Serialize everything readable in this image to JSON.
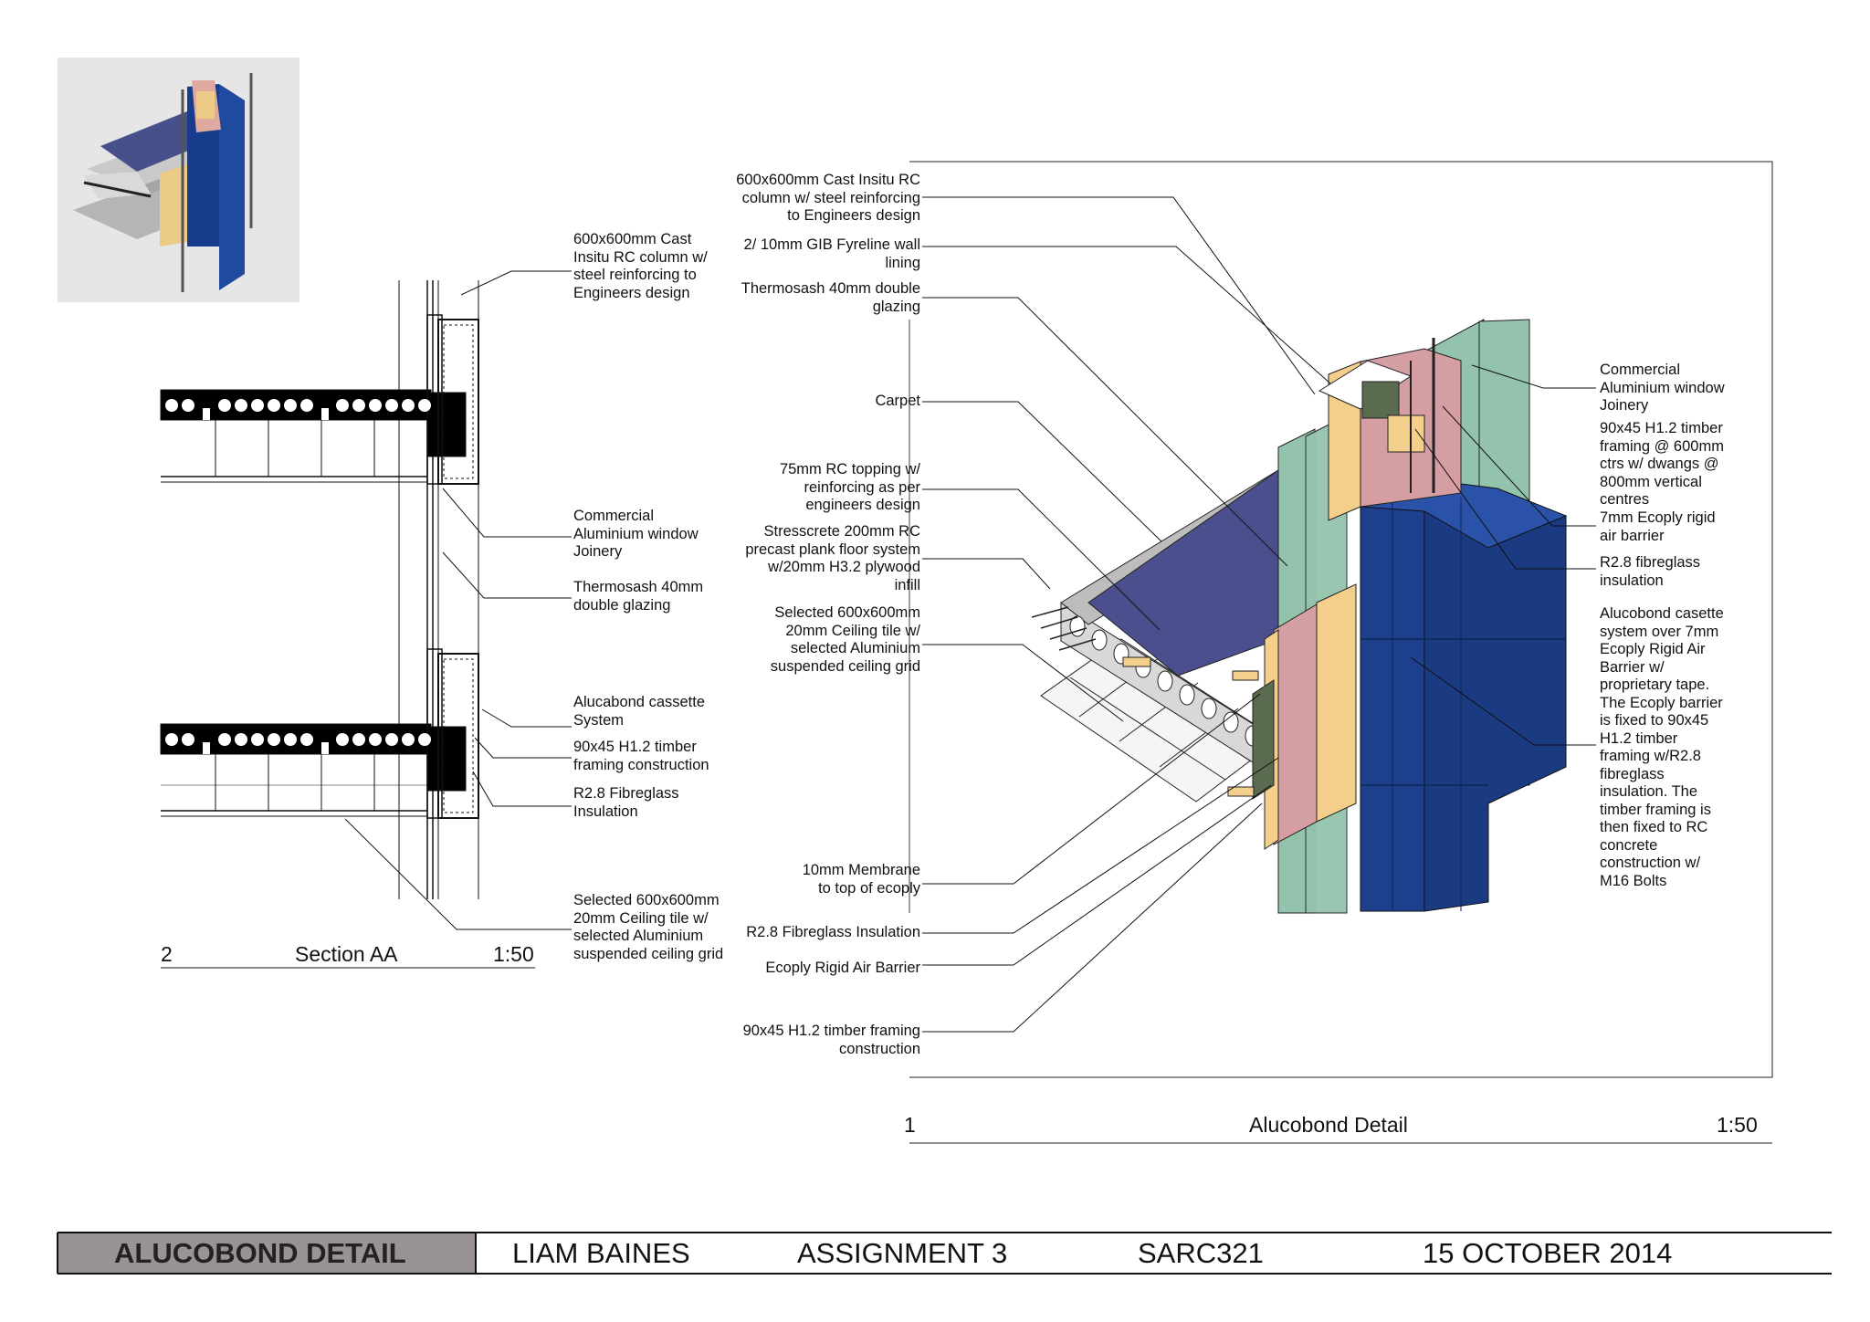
{
  "thumbnail": {
    "name": "isometric-preview"
  },
  "section": {
    "number": "2",
    "title": "Section AA",
    "scale": "1:50",
    "labels": {
      "column": "600x600mm Cast\nInsitu RC column w/\nsteel reinforcing to\nEngineers design",
      "joinery": "Commercial\nAluminium window\nJoinery",
      "glazing": "Thermosash 40mm\ndouble glazing",
      "cassette": "Alucabond cassette\nSystem",
      "timber": "90x45 H1.2 timber\nframing construction",
      "insulation": "R2.8 Fibreglass\nInsulation",
      "ceiling": "Selected 600x600mm\n20mm Ceiling tile w/\nselected Aluminium\nsuspended ceiling grid"
    }
  },
  "detail": {
    "number": "1",
    "title": "Alucobond Detail",
    "scale": "1:50",
    "left_labels": {
      "column": "600x600mm Cast Insitu RC\ncolumn w/ steel reinforcing\nto Engineers design",
      "gib": "2/ 10mm GIB Fyreline wall\nlining",
      "glazing": "Thermosash 40mm double\nglazing",
      "carpet": "Carpet",
      "topping": "75mm RC topping w/\nreinforcing as per\nengineers design",
      "stresscrete": "Stresscrete 200mm RC\nprecast plank floor system\nw/20mm H3.2 plywood\ninfill",
      "ceiling": "Selected 600x600mm\n20mm Ceiling tile w/\nselected Aluminium\nsuspended ceiling grid",
      "membrane": "10mm Membrane\nto top of ecoply",
      "insulation": "R2.8 Fibreglass Insulation",
      "barrier": "Ecoply Rigid Air Barrier",
      "timber": "90x45 H1.2 timber framing\nconstruction"
    },
    "right_labels": {
      "joinery": "Commercial\nAluminium window\nJoinery",
      "timber": "90x45 H1.2 timber\nframing @ 600mm\nctrs w/ dwangs @\n800mm vertical\ncentres",
      "ecoply": "7mm Ecoply rigid\nair barrier",
      "insulation": "R2.8 fibreglass\ninsulation",
      "cassette": "Alucobond casette\nsystem over 7mm\nEcoply Rigid Air\nBarrier w/\nproprietary tape.\nThe Ecoply barrier\nis fixed  to 90x45\nH1.2 timber\nframing w/R2.8\nfibreglass\ninsulation. The\ntimber framing is\nthen fixed to RC\nconcrete\nconstruction w/\nM16 Bolts"
    }
  },
  "title_block": {
    "drawing_title": "ALUCOBOND DETAIL",
    "author": "LIAM BAINES",
    "assignment": "ASSIGNMENT 3",
    "course": "SARC321",
    "date": "15 OCTOBER 2014"
  },
  "colors": {
    "alucobond_blue": "#1d3f8c",
    "glass_green": "#93c3ac",
    "floor_purple": "#4c4f8e",
    "timber_tan": "#f3cf8b",
    "insulation_pink": "#d59ea2",
    "title_fill": "#9a9393"
  }
}
